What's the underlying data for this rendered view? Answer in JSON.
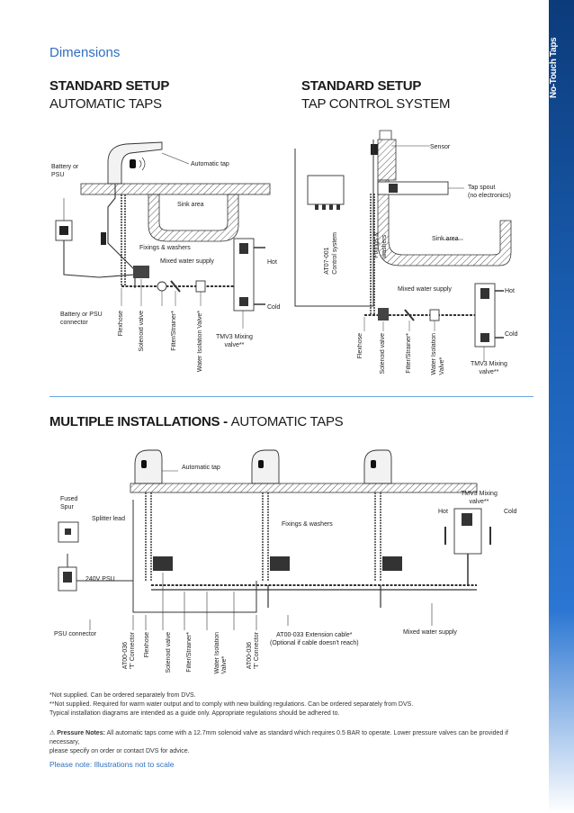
{
  "side_tab": {
    "label": "No-Touch Taps"
  },
  "header": {
    "section_label": "Dimensions"
  },
  "left_diagram": {
    "title_bold": "STANDARD SETUP",
    "title_reg": "AUTOMATIC TAPS",
    "labels": {
      "battery": "Battery or",
      "battery2": "PSU",
      "auto_tap": "Automatic tap",
      "sink": "Sink area",
      "fixings": "Fixings & washers",
      "mixed": "Mixed water supply",
      "hot": "Hot",
      "cold": "Cold",
      "batt_conn1": "Battery or PSU",
      "batt_conn2": "connector",
      "flexhose": "Flexhose",
      "solenoid": "Solenoid valve",
      "filter": "Filter/Strainer*",
      "water_iso": "Water Isolation Valve*",
      "tmv1": "TMV3 Mixing",
      "tmv2": "valve**"
    }
  },
  "right_diagram": {
    "title_bold": "STANDARD SETUP",
    "title_reg": "TAP CONTROL SYSTEM",
    "labels": {
      "sensor": "Sensor",
      "spout1": "Tap spout",
      "spout2": "(no electronics)",
      "sink": "Sink area",
      "control1": "AT07-001",
      "control2": "Control system",
      "fixings1": "Fixings &",
      "fixings2": "washers",
      "mixed": "Mixed water supply",
      "hot": "Hot",
      "cold": "Cold",
      "flexhose": "Flexhose",
      "solenoid": "Solenoid valve",
      "filter": "Filter/Strainer*",
      "water_iso1": "Water Isolation",
      "water_iso2": "Valve*",
      "tmv1": "TMV3 Mixing",
      "tmv2": "valve**"
    }
  },
  "multi": {
    "title_bold": "MULTIPLE INSTALLATIONS - ",
    "title_reg": "AUTOMATIC TAPS",
    "labels": {
      "auto_tap": "Automatic tap",
      "fused1": "Fused",
      "fused2": "Spur",
      "splitter": "Splitter lead",
      "psu": "240V PSU",
      "fixings": "Fixings & washers",
      "tmv1": "TMV3 Mixing",
      "tmv2": "valve**",
      "hot": "Hot",
      "cold": "Cold",
      "psu_conn": "PSU connector",
      "t_conn1a": "AT00-036",
      "t_conn1b": "'T' Connector",
      "flexhose": "Flexhose",
      "solenoid": "Solenoid valve",
      "filter": "Filter/Strainer*",
      "water_iso1": "Water Isolation",
      "water_iso2": "Valve*",
      "t_conn2a": "AT00-036",
      "t_conn2b": "'T' Connector",
      "ext1": "AT00-033 Extension cable*",
      "ext2": "(Optional if cable doesn't reach)",
      "mixed": "Mixed water supply"
    }
  },
  "footer": {
    "note1": "*Not supplied. Can be ordered separately from DVS.",
    "note2": "**Not supplied. Required for warm water output and to comply with new building regulations. Can be ordered separately from DVS.",
    "note3": "Typical installation diagrams are intended as a guide only. Appropriate regulations should be adhered to.",
    "pressure_bold": "Pressure Notes:",
    "pressure_text": " All automatic taps come with a 12.7mm solenoid valve as standard which requires 0.5 BAR to operate. Lower pressure valves can be provided if necessary,",
    "pressure_text2": "please specify on order or contact DVS for advice.",
    "please_note": "Please note: Illustrations not to scale"
  }
}
